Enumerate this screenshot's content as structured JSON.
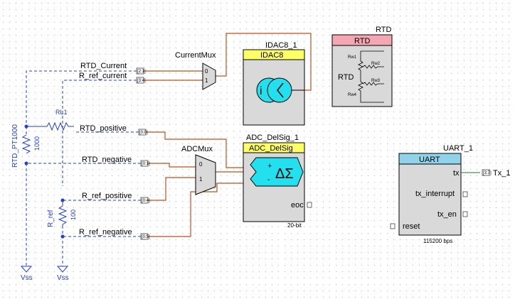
{
  "current_mux": {
    "title": "CurrentMux",
    "in0": "0",
    "in1": "1"
  },
  "adc_mux": {
    "title": "ADCMux",
    "in0": "0",
    "in1": "1"
  },
  "idac": {
    "instance": "IDAC8_1",
    "header": "IDAC8"
  },
  "adc": {
    "instance": "ADC_DelSig_1",
    "header": "ADC_DelSig",
    "pin_eoc": "eoc",
    "resolution": "20-bit",
    "sigma": "ΔΣ",
    "plus": "+",
    "minus": "-"
  },
  "rtd": {
    "instance": "RTD",
    "header": "RTD",
    "center_label": "RTD",
    "rw1": "Rw1",
    "rw2": "Rw2",
    "rw3": "Rw3",
    "rw4": "Rw4"
  },
  "uart": {
    "instance": "UART_1",
    "header": "UART",
    "pin_tx": "tx",
    "pin_tx_interrupt": "tx_interrupt",
    "pin_tx_en": "tx_en",
    "pin_reset": "reset",
    "baud": "115200 bps"
  },
  "pins": {
    "rtd_current": "RTD_Current",
    "r_ref_current": "R_ref_current",
    "rtd_positive": "RTD_positive",
    "rtd_negative": "RTD_negative",
    "r_ref_positive": "R_ref_positive",
    "r_ref_negative": "R_ref_negative",
    "tx_1": "Tx_1",
    "pin_glyph_1": "[2:1]",
    "pin_glyph_2": "[3:4]",
    "pin_glyph_3": "[0:0]",
    "pin_glyph_4": "[0:1]",
    "pin_glyph_5": "[0:4]",
    "pin_glyph_6": "[0:5]",
    "pin_glyph_7": "[3:7]"
  },
  "resistors": {
    "rtd_name": "RTD_PT1000",
    "rtd_value": "1000",
    "r_ref_name": "R_ref",
    "r_ref_value": "100",
    "rl1_name": "RL1"
  },
  "power": {
    "vss1": "Vss",
    "vss2": "Vss"
  },
  "colors": {
    "wire": "#c0501f",
    "net_dash": "#1f3fd8",
    "header_yellow": "#ffff66",
    "header_pink": "#f4a6b2",
    "header_blue": "#8fd2ea",
    "cyan": "#22e0ee"
  }
}
